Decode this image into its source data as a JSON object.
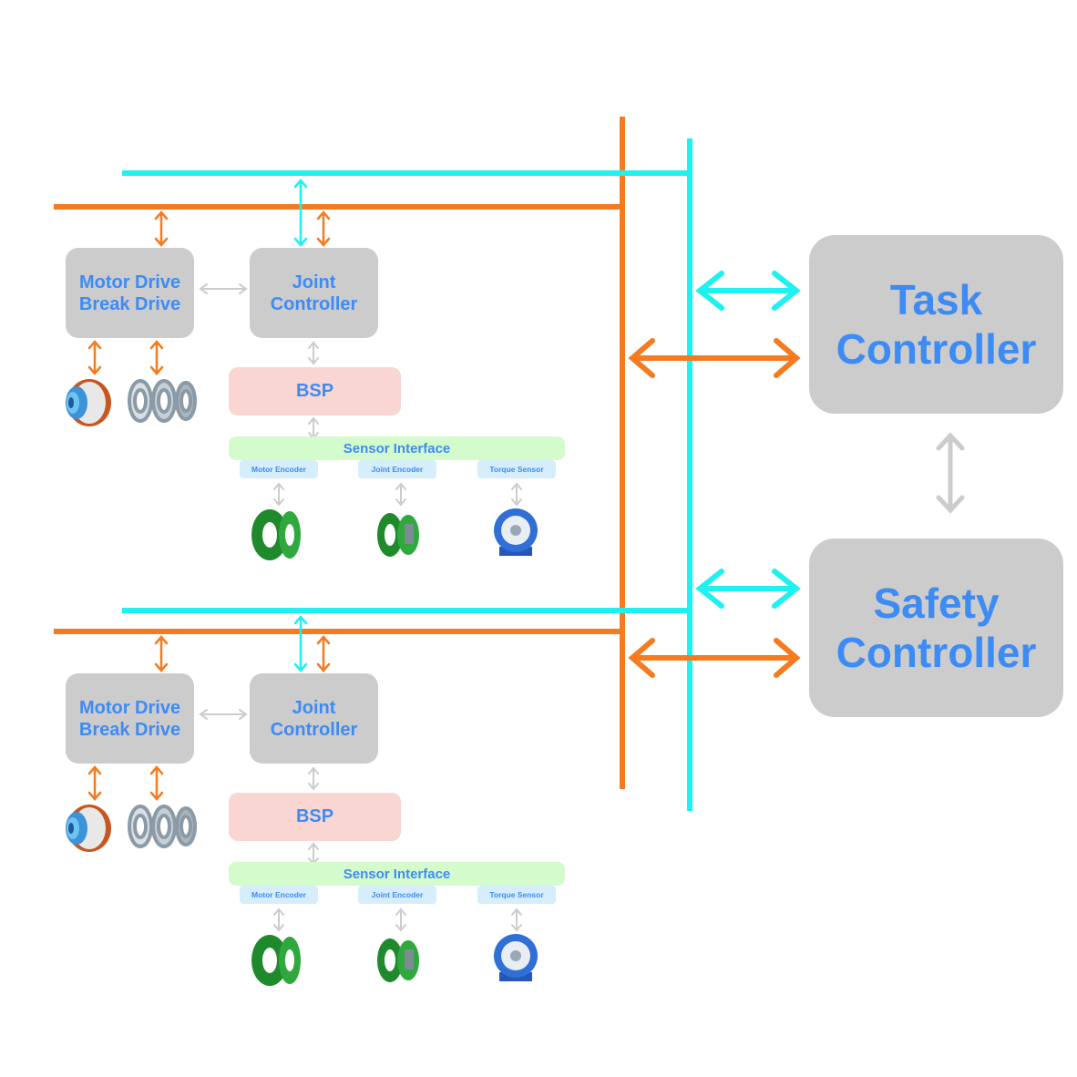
{
  "task_controller": {
    "line1": "Task",
    "line2": "Controller"
  },
  "safety_controller": {
    "line1": "Safety",
    "line2": "Controller"
  },
  "joint_modules": [
    {
      "motor_drive": {
        "line1": "Motor Drive",
        "line2": "Break Drive"
      },
      "joint_controller": {
        "line1": "Joint",
        "line2": "Controller"
      },
      "bsp": "BSP",
      "sensor_interface": "Sensor Interface",
      "sensors": [
        "Motor Encoder",
        "Joint Encoder",
        "Torque Sensor"
      ]
    },
    {
      "motor_drive": {
        "line1": "Motor Drive",
        "line2": "Break Drive"
      },
      "joint_controller": {
        "line1": "Joint",
        "line2": "Controller"
      },
      "bsp": "BSP",
      "sensor_interface": "Sensor Interface",
      "sensors": [
        "Motor Encoder",
        "Joint Encoder",
        "Torque Sensor"
      ]
    }
  ],
  "colors": {
    "orange_bus": "#f47b20",
    "cyan_bus": "#1ff0f0",
    "gray_arrow": "#cccccc",
    "label_blue": "#3d8bf5"
  }
}
